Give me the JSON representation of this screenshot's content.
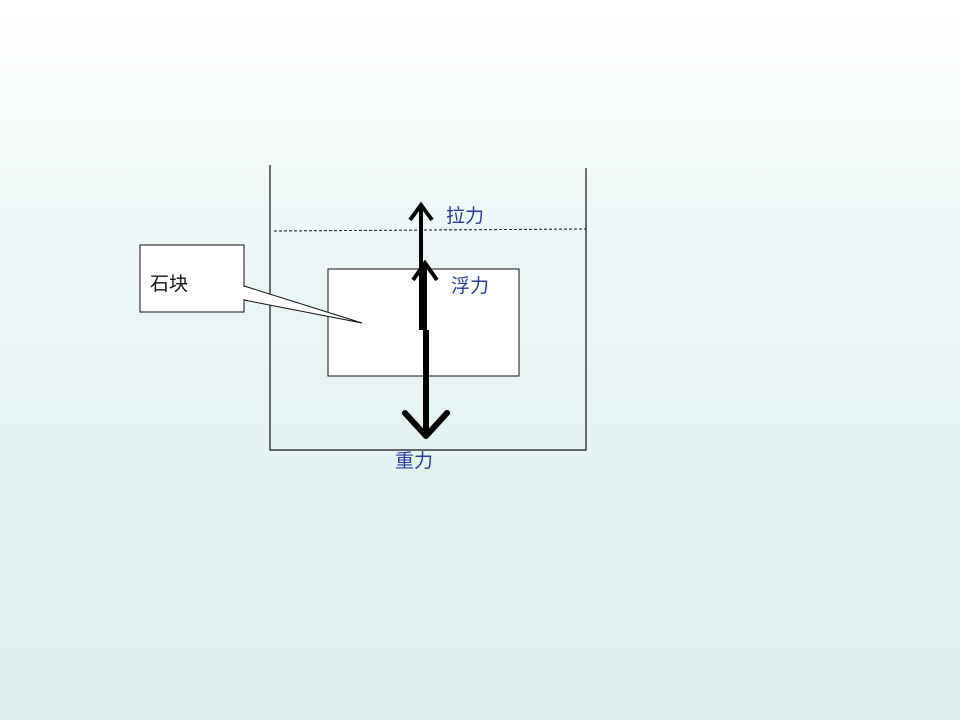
{
  "diagram": {
    "callout_label": "石块",
    "forces": {
      "tension_label": "拉力",
      "buoyancy_label": "浮力",
      "gravity_label": "重力"
    }
  }
}
